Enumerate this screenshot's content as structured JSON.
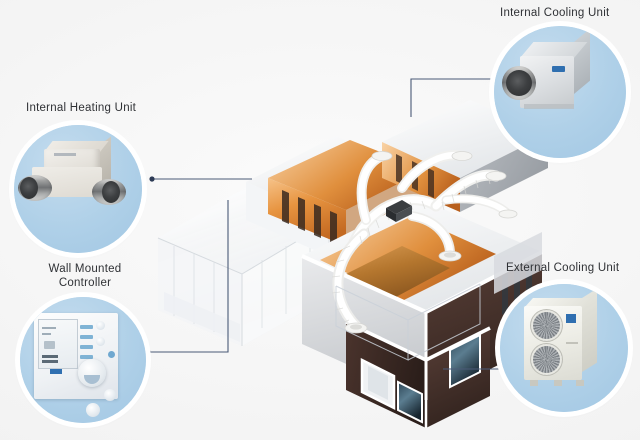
{
  "diagram": {
    "title": "HVAC System Components Diagram",
    "background_color": "#f2f2f2",
    "accent_color": "#b3d3ea",
    "connector_color": "#4a5a77",
    "label_color": "#2f3135"
  },
  "callouts": [
    {
      "id": "internal-heating-unit",
      "label": "Internal Heating Unit",
      "position": "top-left",
      "icon": "heating-unit-icon"
    },
    {
      "id": "internal-cooling-unit",
      "label": "Internal Cooling Unit",
      "position": "top-right",
      "icon": "cooling-unit-icon"
    },
    {
      "id": "wall-mounted-controller",
      "label": "Wall Mounted\nController",
      "position": "bottom-left",
      "icon": "controller-icon"
    },
    {
      "id": "external-cooling-unit",
      "label": "External Cooling Unit",
      "position": "bottom-right",
      "icon": "condenser-icon"
    }
  ],
  "building": {
    "description": "Cutaway 3D architectural render of a two-storey house showing ducted heating and cooling distribution",
    "interior_color": "#e08a3c",
    "brick_color": "#4a332c",
    "floor_color": "#b5762f",
    "duct_color": "#f2f2f0",
    "diffuser_count": 6
  }
}
